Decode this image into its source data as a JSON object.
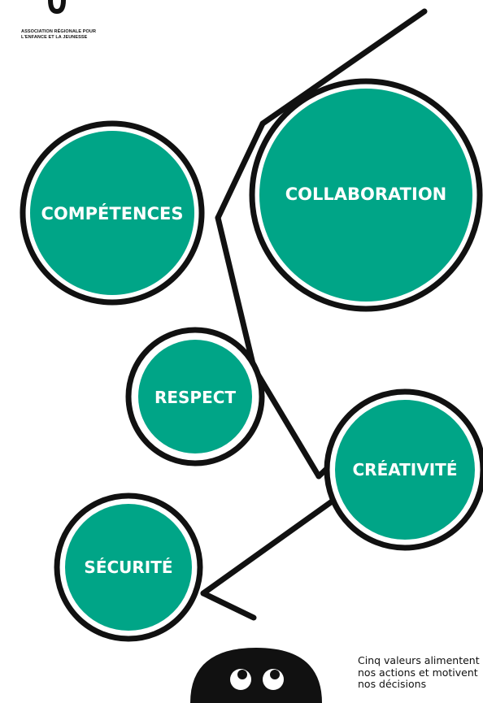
{
  "organization": {
    "line1": "ASSOCIATION RÉGIONALE POUR",
    "line2": "L'ENFANCE ET LA JEUNESSE"
  },
  "values": {
    "competences": "COMPÉTENCES",
    "collaboration": "COLLABORATION",
    "respect": "RESPECT",
    "creativite": "CRÉATIVITÉ",
    "securite": "SÉCURITÉ"
  },
  "caption": {
    "line1": "Cinq valeurs alimentent",
    "line2": "nos actions et motivent",
    "line3": "nos décisions"
  },
  "colors": {
    "teal": "#00a587",
    "ink": "#111111",
    "background": "#ffffff"
  },
  "icons": [
    "mascot-eyes-icon"
  ]
}
